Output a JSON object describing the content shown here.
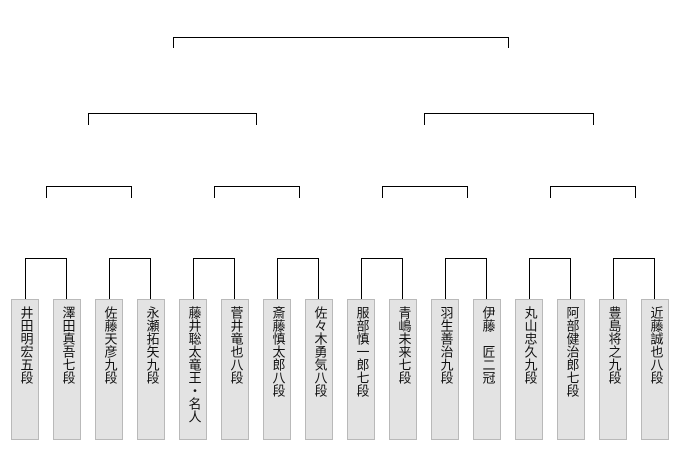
{
  "players": [
    {
      "name": "井田明宏五段"
    },
    {
      "name": "澤田真吾七段"
    },
    {
      "name": "佐藤天彦九段"
    },
    {
      "name": "永瀬拓矢九段"
    },
    {
      "name": "藤井聡太竜王・名人"
    },
    {
      "name": "菅井竜也八段"
    },
    {
      "name": "斎藤慎太郎八段"
    },
    {
      "name": "佐々木勇気八段"
    },
    {
      "name": "服部慎一郎七段"
    },
    {
      "name": "青嶋未来七段"
    },
    {
      "name": "羽生善治九段"
    },
    {
      "name": "伊藤　匠二冠"
    },
    {
      "name": "丸山忠久九段"
    },
    {
      "name": "阿部健治郎七段"
    },
    {
      "name": "豊島将之九段"
    },
    {
      "name": "近藤誠也八段"
    }
  ],
  "colors": {
    "line": "#000000",
    "box_fill": "#e3e3e3",
    "box_border": "#b9b9b9",
    "text": "#111111"
  }
}
